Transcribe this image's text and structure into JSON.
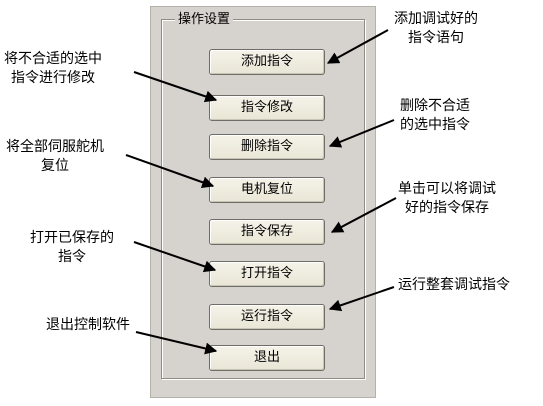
{
  "group": {
    "title": "操作设置"
  },
  "buttons": [
    {
      "label": "添加指令"
    },
    {
      "label": "指令修改"
    },
    {
      "label": "删除指令"
    },
    {
      "label": "电机复位"
    },
    {
      "label": "指令保存"
    },
    {
      "label": "打开指令"
    },
    {
      "label": "运行指令"
    },
    {
      "label": "退出"
    }
  ],
  "notes": {
    "add": [
      "添加调试好的",
      "指令语句"
    ],
    "modify": [
      "将不合适的选中",
      "指令进行修改"
    ],
    "delete": [
      "删除不合适",
      "的选中指令"
    ],
    "reset": [
      "将全部伺服舵机",
      "复位"
    ],
    "save": [
      "单击可以将调试",
      "好的指令保存"
    ],
    "open": [
      "打开已保存的",
      "指令"
    ],
    "run": [
      "运行整套调试指令"
    ],
    "exit": [
      "退出控制软件"
    ]
  }
}
